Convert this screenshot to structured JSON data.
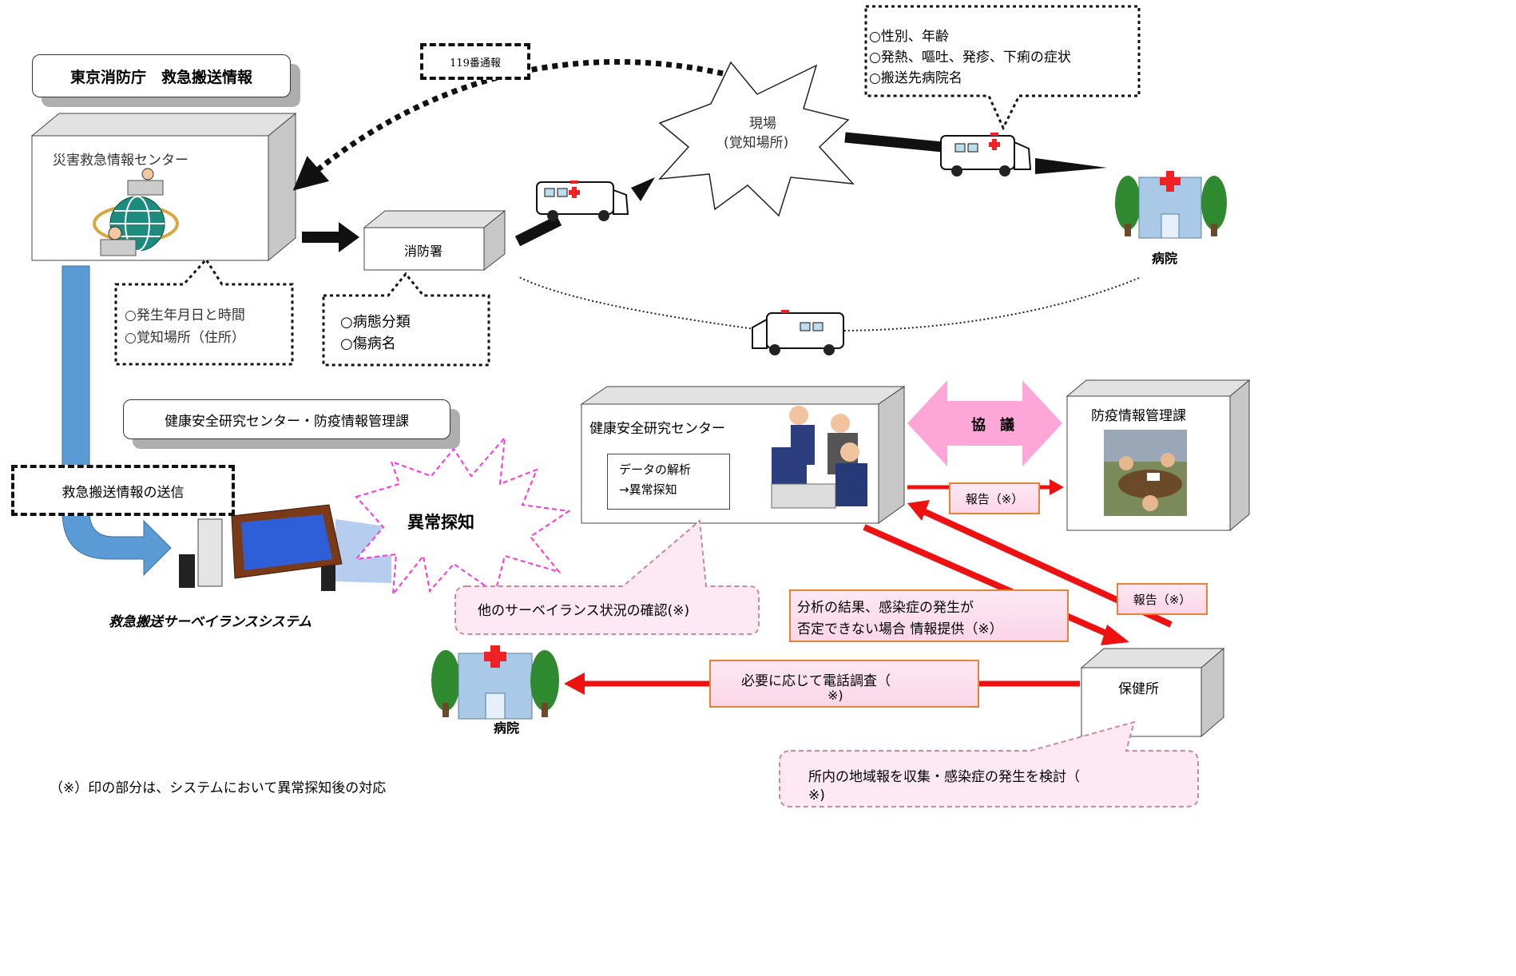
{
  "header": {
    "title": "東京消防庁　救急搬送情報"
  },
  "call_label": "119番通報",
  "disaster_center": {
    "label": "災害救急情報センター"
  },
  "disaster_notes": [
    "○発生年月日と時間",
    "○覚知場所（住所）"
  ],
  "fire_station": {
    "label": "消防署"
  },
  "fire_notes": [
    "○病態分類",
    "○傷病名"
  ],
  "scene": {
    "line1": "現場",
    "line2": "(覚知場所)"
  },
  "patient_notes": [
    "○性別、年齢",
    "○発熱、嘔吐、発疹、下痢の症状",
    "○搬送先病院名"
  ],
  "hospital_top": {
    "label": "病院"
  },
  "research_title": {
    "label": "健康安全研究センター・防疫情報管理課"
  },
  "transport_send": {
    "label": "救急搬送情報の送信"
  },
  "anomaly": {
    "label": "異常探知"
  },
  "system_name": "救急搬送サーベイランスシステム",
  "research_center": {
    "label": "健康安全研究センター",
    "analysis_line1": "データの解析",
    "analysis_line2": "→異常探知"
  },
  "consult": {
    "label": "協　議"
  },
  "epi_section": {
    "label": "防疫情報管理課"
  },
  "report_to_epi": "報告（※）",
  "report_from_hc": "報告（※）",
  "surveillance_check": "他のサーベイランス状況の確認(※)",
  "info_provide": {
    "line1": "分析の結果、感染症の発生が",
    "line2": "否定できない場合 情報提供（※）"
  },
  "health_center": {
    "label": "保健所"
  },
  "phone_survey": {
    "line1": "必要に応じて電話調査（",
    "line2": "※)"
  },
  "hospital_bottom": {
    "label": "病院"
  },
  "local_info": {
    "line1": "所内の地域報を収集・感染症の発生を検討（",
    "line2": "※)"
  },
  "footnote": "（※）印の部分は、システムにおいて異常探知後の対応",
  "colors": {
    "red_arrow": "#ee1111",
    "blue_arrow": "#5b9bd5",
    "pink_arrow": "#ffa6d9",
    "orange_border": "#e8823a"
  }
}
